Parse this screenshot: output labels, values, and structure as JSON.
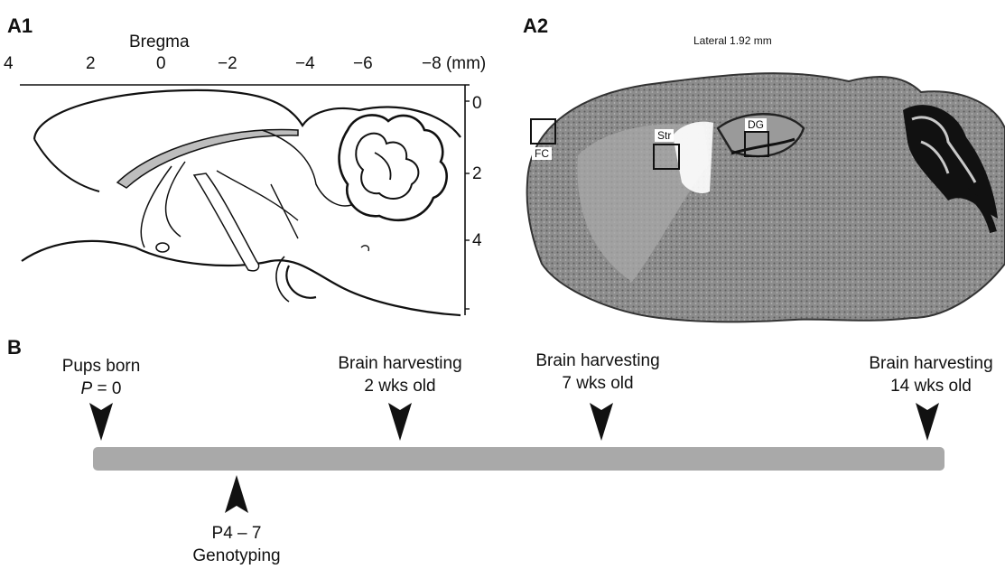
{
  "panels": {
    "a1": {
      "label": "A1",
      "axis_title": "Bregma",
      "top_ticks": [
        "4",
        "2",
        "0",
        "−2",
        "−4",
        "−6",
        "−8 (mm)"
      ],
      "side_ticks": [
        "0",
        "2",
        "4"
      ]
    },
    "a2": {
      "label": "A2",
      "section_title": "Lateral 1.92 mm",
      "regions": [
        "FC",
        "Str",
        "DG"
      ]
    },
    "b": {
      "label": "B",
      "events": [
        {
          "line1": "Pups born",
          "line2_italic": "P",
          "line2_rest": " = 0"
        },
        {
          "line1": "Brain harvesting",
          "line2": "2 wks old"
        },
        {
          "line1": "Brain harvesting",
          "line2": "7 wks old"
        },
        {
          "line1": "Brain harvesting",
          "line2": "14 wks old"
        }
      ],
      "below_event": {
        "line1": "P4 – 7",
        "line2": "Genotyping"
      }
    }
  },
  "colors": {
    "timeline_bar": "#a9a9a9",
    "arrowhead": "#111111",
    "brain_fill": "#8c8c8c",
    "brain_gray_region": "#bdbdbd"
  }
}
